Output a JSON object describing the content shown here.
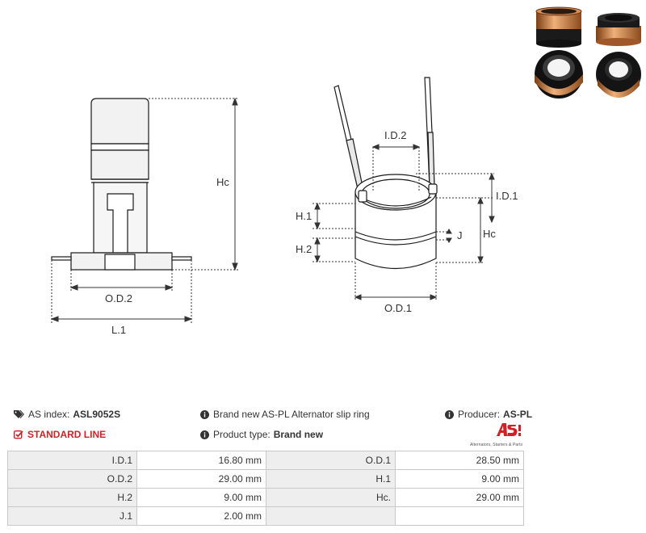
{
  "drawing_left": {
    "labels": {
      "hc": "Hc",
      "od2": "O.D.2",
      "l1": "L.1"
    }
  },
  "drawing_right": {
    "labels": {
      "id2": "I.D.2",
      "id1": "I.D.1",
      "h1": "H.1",
      "h2": "H.2",
      "j": "J",
      "hc": "Hc",
      "od1": "O.D.1"
    }
  },
  "product_info": {
    "as_index_label": "AS index:",
    "as_index_value": "ASL9052S",
    "line": "STANDARD LINE",
    "description": "Brand new AS-PL Alternator slip ring",
    "product_type_label": "Product type:",
    "product_type_value": "Brand new",
    "producer_label": "Producer:",
    "producer_value": "AS-PL"
  },
  "brand_logo": {
    "text": "AS",
    "tagline": "Alternators, Starters & Parts"
  },
  "colors": {
    "accent_red": "#d51f26",
    "copper": "#c8743c",
    "table_label_bg": "#eeeeee",
    "table_border": "#c9c9c9"
  },
  "spec_table": {
    "rows": [
      [
        {
          "label": "I.D.1",
          "value": "16.80 mm"
        },
        {
          "label": "O.D.1",
          "value": "28.50 mm"
        }
      ],
      [
        {
          "label": "O.D.2",
          "value": "29.00 mm"
        },
        {
          "label": "H.1",
          "value": "9.00 mm"
        }
      ],
      [
        {
          "label": "H.2",
          "value": "9.00 mm"
        },
        {
          "label": "Hc.",
          "value": "29.00 mm"
        }
      ],
      [
        {
          "label": "J.1",
          "value": "2.00 mm"
        },
        {
          "label": "",
          "value": ""
        }
      ]
    ]
  }
}
